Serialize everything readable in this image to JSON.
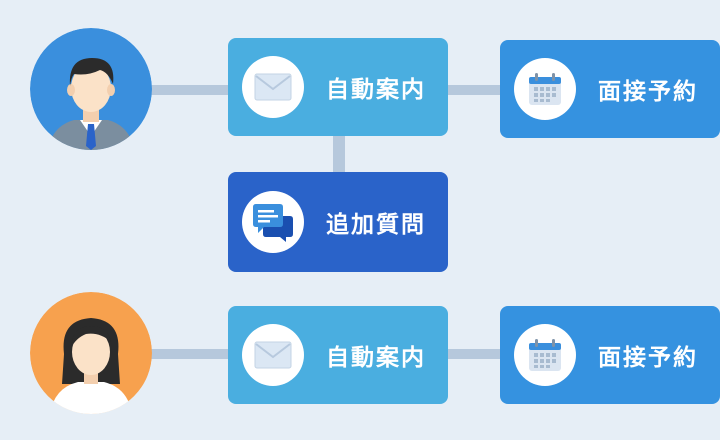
{
  "colors": {
    "background": "#e6eef6",
    "connector": "#b6c8dc",
    "auto_guide_card": "#4aaee0",
    "interview_card": "#3592e0",
    "question_card": "#2a63c9",
    "avatar_male_bg": "#3a8fdd",
    "avatar_female_bg": "#f7a14e"
  },
  "flow_1": {
    "avatar": "male-person-avatar",
    "step_1": {
      "label": "自動案内",
      "icon": "envelope-icon"
    },
    "step_2": {
      "label": "面接予約",
      "icon": "calendar-icon"
    },
    "branch": {
      "label": "追加質問",
      "icon": "chat-bubbles-icon"
    }
  },
  "flow_2": {
    "avatar": "female-person-avatar",
    "step_1": {
      "label": "自動案内",
      "icon": "envelope-icon"
    },
    "step_2": {
      "label": "面接予約",
      "icon": "calendar-icon"
    }
  }
}
